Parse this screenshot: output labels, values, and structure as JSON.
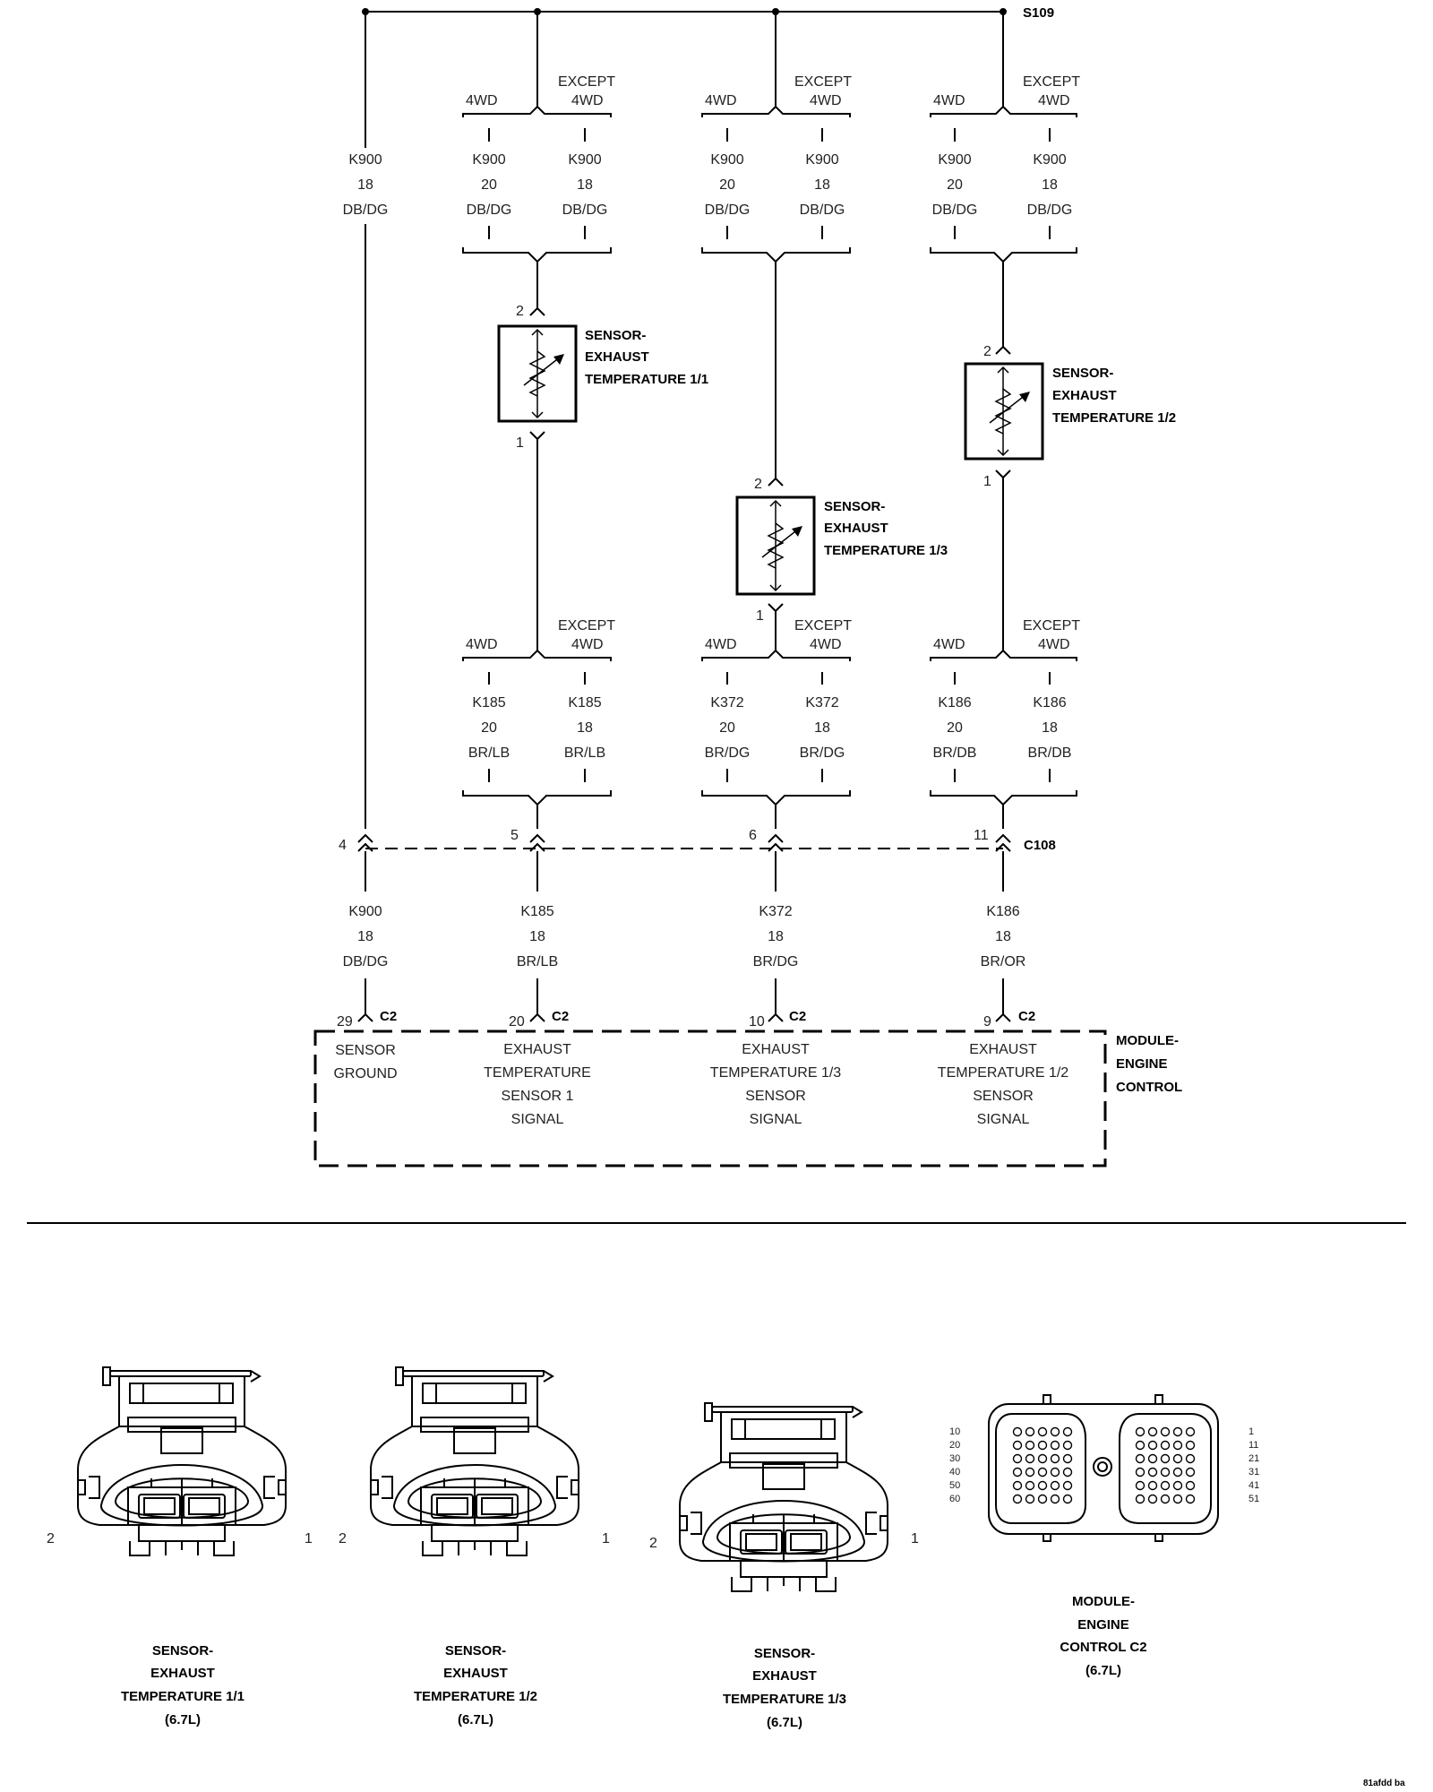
{
  "splice": {
    "label": "S109"
  },
  "top_groups": [
    {
      "left": "4WD",
      "right_line1": "EXCEPT",
      "right_line2": "4WD",
      "a": [
        "K900",
        "20",
        "DB/DG"
      ],
      "b": [
        "K900",
        "18",
        "DB/DG"
      ]
    },
    {
      "left": "4WD",
      "right_line1": "EXCEPT",
      "right_line2": "4WD",
      "a": [
        "K900",
        "20",
        "DB/DG"
      ],
      "b": [
        "K900",
        "18",
        "DB/DG"
      ]
    },
    {
      "left": "4WD",
      "right_line1": "EXCEPT",
      "right_line2": "4WD",
      "a": [
        "K900",
        "20",
        "DB/DG"
      ],
      "b": [
        "K900",
        "18",
        "DB/DG"
      ]
    }
  ],
  "ground_wire": [
    "K900",
    "18",
    "DB/DG"
  ],
  "sensors": [
    {
      "line1": "SENSOR-",
      "line2": "EXHAUST",
      "line3": "TEMPERATURE 1/1",
      "pin_top": "2",
      "pin_bottom": "1"
    },
    {
      "line1": "SENSOR-",
      "line2": "EXHAUST",
      "line3": "TEMPERATURE 1/3",
      "pin_top": "2",
      "pin_bottom": "1"
    },
    {
      "line1": "SENSOR-",
      "line2": "EXHAUST",
      "line3": "TEMPERATURE 1/2",
      "pin_top": "2",
      "pin_bottom": "1"
    }
  ],
  "bottom_groups": [
    {
      "left": "4WD",
      "right_line1": "EXCEPT",
      "right_line2": "4WD",
      "a": [
        "K185",
        "20",
        "BR/LB"
      ],
      "b": [
        "K185",
        "18",
        "BR/LB"
      ]
    },
    {
      "left": "4WD",
      "right_line1": "EXCEPT",
      "right_line2": "4WD",
      "a": [
        "K372",
        "20",
        "BR/DG"
      ],
      "b": [
        "K372",
        "18",
        "BR/DG"
      ]
    },
    {
      "left": "4WD",
      "right_line1": "EXCEPT",
      "right_line2": "4WD",
      "a": [
        "K186",
        "20",
        "BR/DB"
      ],
      "b": [
        "K186",
        "18",
        "BR/DB"
      ]
    }
  ],
  "c108": {
    "label": "C108",
    "pins": [
      "4",
      "5",
      "6",
      "11"
    ]
  },
  "ecm_wires": [
    [
      "K900",
      "18",
      "DB/DG"
    ],
    [
      "K185",
      "18",
      "BR/LB"
    ],
    [
      "K372",
      "18",
      "BR/DG"
    ],
    [
      "K186",
      "18",
      "BR/OR"
    ]
  ],
  "ecm_pins": [
    {
      "pin": "29",
      "conn": "C2"
    },
    {
      "pin": "20",
      "conn": "C2"
    },
    {
      "pin": "10",
      "conn": "C2"
    },
    {
      "pin": "9",
      "conn": "C2"
    }
  ],
  "ecm_functions": [
    [
      "SENSOR",
      "GROUND"
    ],
    [
      "EXHAUST",
      "TEMPERATURE",
      "SENSOR 1",
      "SIGNAL"
    ],
    [
      "EXHAUST",
      "TEMPERATURE 1/3",
      "SENSOR",
      "SIGNAL"
    ],
    [
      "EXHAUST",
      "TEMPERATURE 1/2",
      "SENSOR",
      "SIGNAL"
    ]
  ],
  "ecm_label": [
    "MODULE-",
    "ENGINE",
    "CONTROL"
  ],
  "connectors": [
    {
      "lines": [
        "SENSOR-",
        "EXHAUST",
        "TEMPERATURE 1/1",
        "(6.7L)"
      ],
      "pin_left": "2",
      "pin_right": "1"
    },
    {
      "lines": [
        "SENSOR-",
        "EXHAUST",
        "TEMPERATURE 1/2",
        "(6.7L)"
      ],
      "pin_left": "2",
      "pin_right": "1"
    },
    {
      "lines": [
        "SENSOR-",
        "EXHAUST",
        "TEMPERATURE 1/3",
        "(6.7L)"
      ],
      "pin_left": "2",
      "pin_right": "1"
    }
  ],
  "ecm_connector": {
    "lines": [
      "MODULE-",
      "ENGINE",
      "CONTROL C2",
      "(6.7L)"
    ],
    "left_pins": [
      "10",
      "20",
      "30",
      "40",
      "50",
      "60"
    ],
    "right_pins": [
      "1",
      "11",
      "21",
      "31",
      "41",
      "51"
    ]
  },
  "figure_id": "81afdd ba"
}
